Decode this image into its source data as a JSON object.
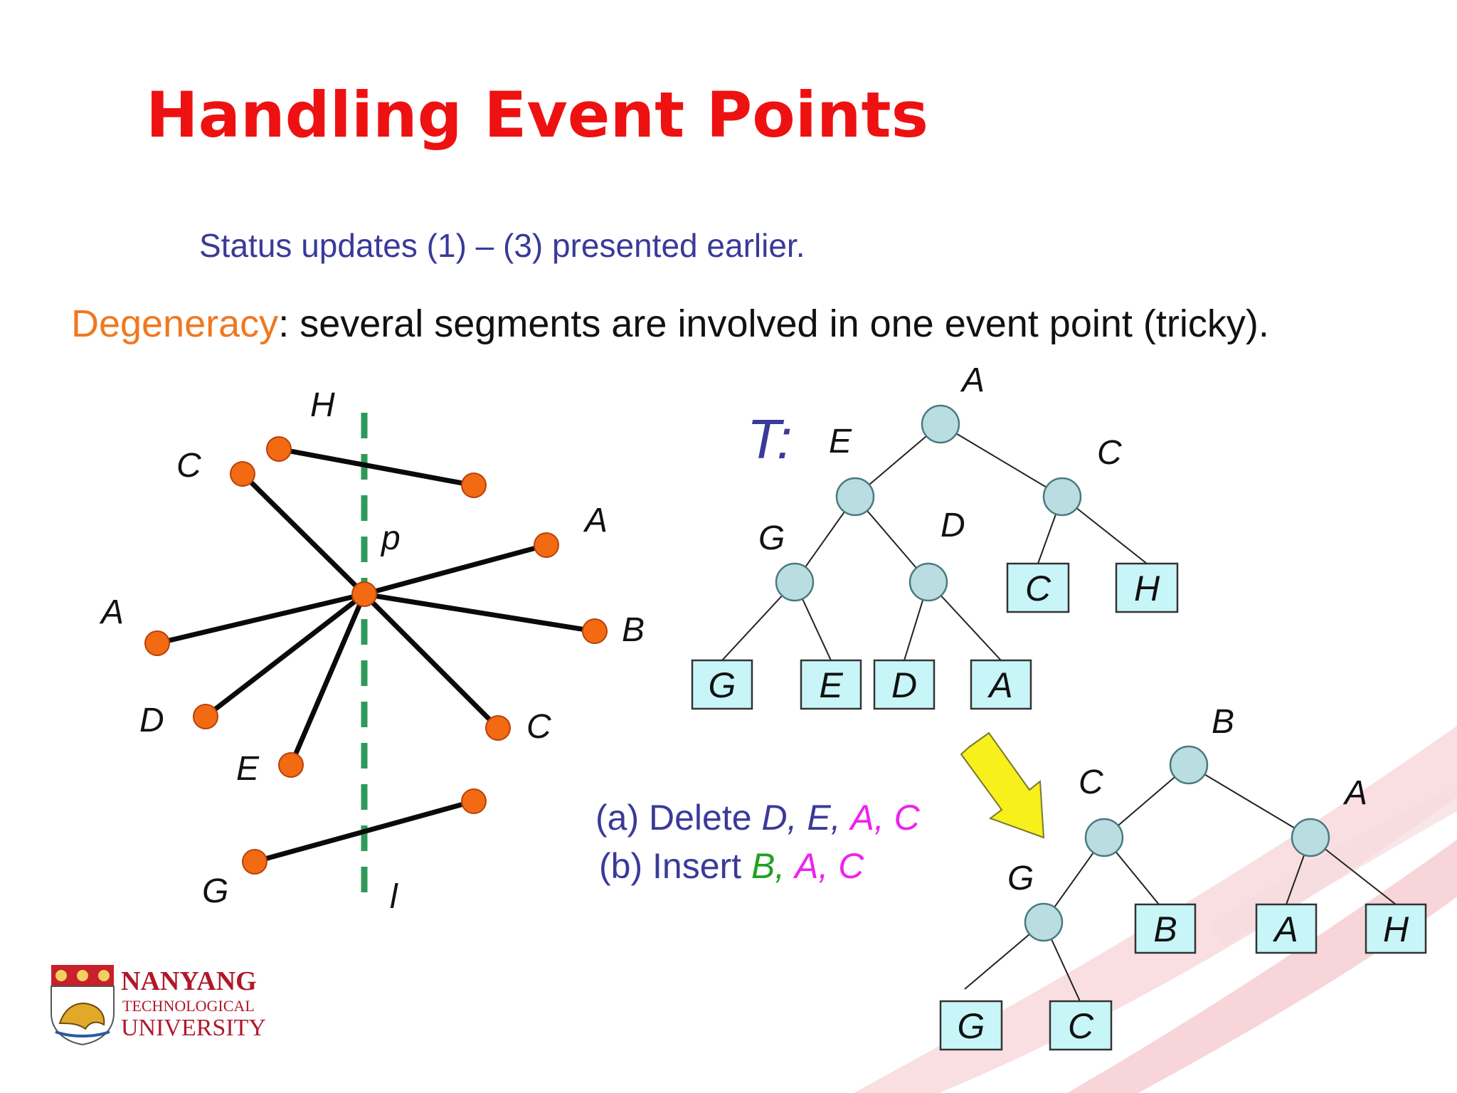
{
  "title": "Handling Event Points",
  "subtitle": "Status updates (1) – (3) presented earlier.",
  "degeneracy": {
    "term": "Degeneracy",
    "rest": ": several segments are involved in one event point (tricky)."
  },
  "figure_labels": {
    "point": "p",
    "sweep_line": "l",
    "segments": [
      "H",
      "C",
      "A",
      "A",
      "B",
      "D",
      "E",
      "C",
      "G"
    ]
  },
  "status_label": "T:",
  "tree_before": {
    "internal": [
      "A",
      "E",
      "C",
      "G",
      "D"
    ],
    "leaves": [
      "C",
      "H",
      "G",
      "E",
      "D",
      "A"
    ]
  },
  "tree_after": {
    "internal": [
      "B",
      "C",
      "A",
      "G"
    ],
    "leaves": [
      "B",
      "A",
      "H",
      "G",
      "C"
    ]
  },
  "operations": {
    "delete": {
      "prefix": "(a) Delete ",
      "items": [
        "D,",
        "E,",
        "A,",
        "C"
      ]
    },
    "insert": {
      "prefix": "(b) Insert ",
      "items": [
        "B,",
        "A,",
        "C"
      ]
    }
  },
  "logo": {
    "line1": "NANYANG",
    "line2": "TECHNOLOGICAL",
    "line3": "UNIVERSITY"
  },
  "colors": {
    "title": "#ee1111",
    "text_blue": "#3a3a9a",
    "accent_orange": "#f07820",
    "endpoint": "#f26a12",
    "sweep_line": "#2e9a5a",
    "node_fill": "#b9dde0",
    "leaf_fill": "#c8f5f8",
    "arrow_fill": "#f7f01a",
    "green": "#22a022",
    "magenta": "#ee22ee",
    "logo_red": "#b0182a"
  }
}
